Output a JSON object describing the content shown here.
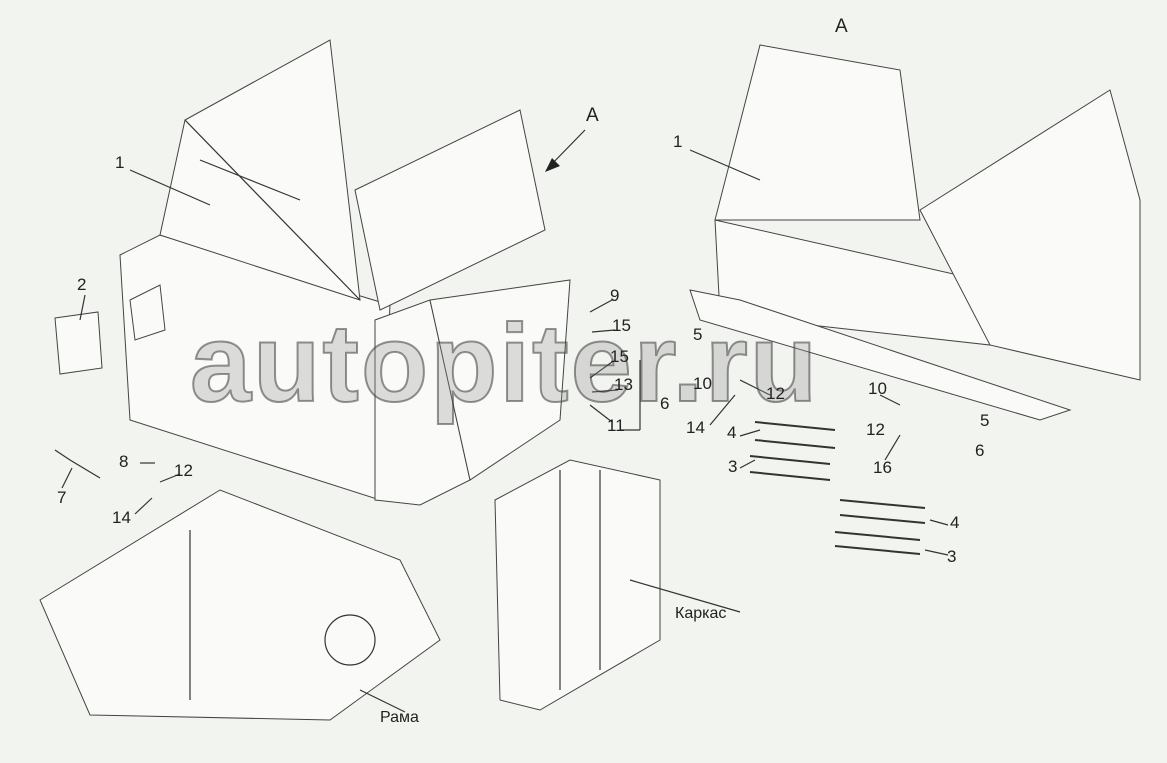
{
  "watermark": "autopiter.ru",
  "view_labels": {
    "view_a_top": "A",
    "view_a_arrow": "A"
  },
  "callouts": [
    {
      "id": "c1",
      "text": "1"
    },
    {
      "id": "c1b",
      "text": "1"
    },
    {
      "id": "c2",
      "text": "2"
    },
    {
      "id": "c9",
      "text": "9"
    },
    {
      "id": "c15a",
      "text": "15"
    },
    {
      "id": "c5a",
      "text": "5"
    },
    {
      "id": "c15b",
      "text": "15"
    },
    {
      "id": "c13",
      "text": "13"
    },
    {
      "id": "c10a",
      "text": "10"
    },
    {
      "id": "c12a",
      "text": "12"
    },
    {
      "id": "c6a",
      "text": "6"
    },
    {
      "id": "c11",
      "text": "11"
    },
    {
      "id": "c14a",
      "text": "14"
    },
    {
      "id": "c4a",
      "text": "4"
    },
    {
      "id": "c10b",
      "text": "10"
    },
    {
      "id": "c12b",
      "text": "12"
    },
    {
      "id": "c5b",
      "text": "5"
    },
    {
      "id": "c6b",
      "text": "6"
    },
    {
      "id": "c3a",
      "text": "3"
    },
    {
      "id": "c16",
      "text": "16"
    },
    {
      "id": "c8",
      "text": "8"
    },
    {
      "id": "c12c",
      "text": "12"
    },
    {
      "id": "c7",
      "text": "7"
    },
    {
      "id": "c14b",
      "text": "14"
    },
    {
      "id": "c4b",
      "text": "4"
    },
    {
      "id": "c3b",
      "text": "3"
    }
  ],
  "assemblies": {
    "frame_label": "Рама",
    "carcass_label": "Каркас"
  }
}
